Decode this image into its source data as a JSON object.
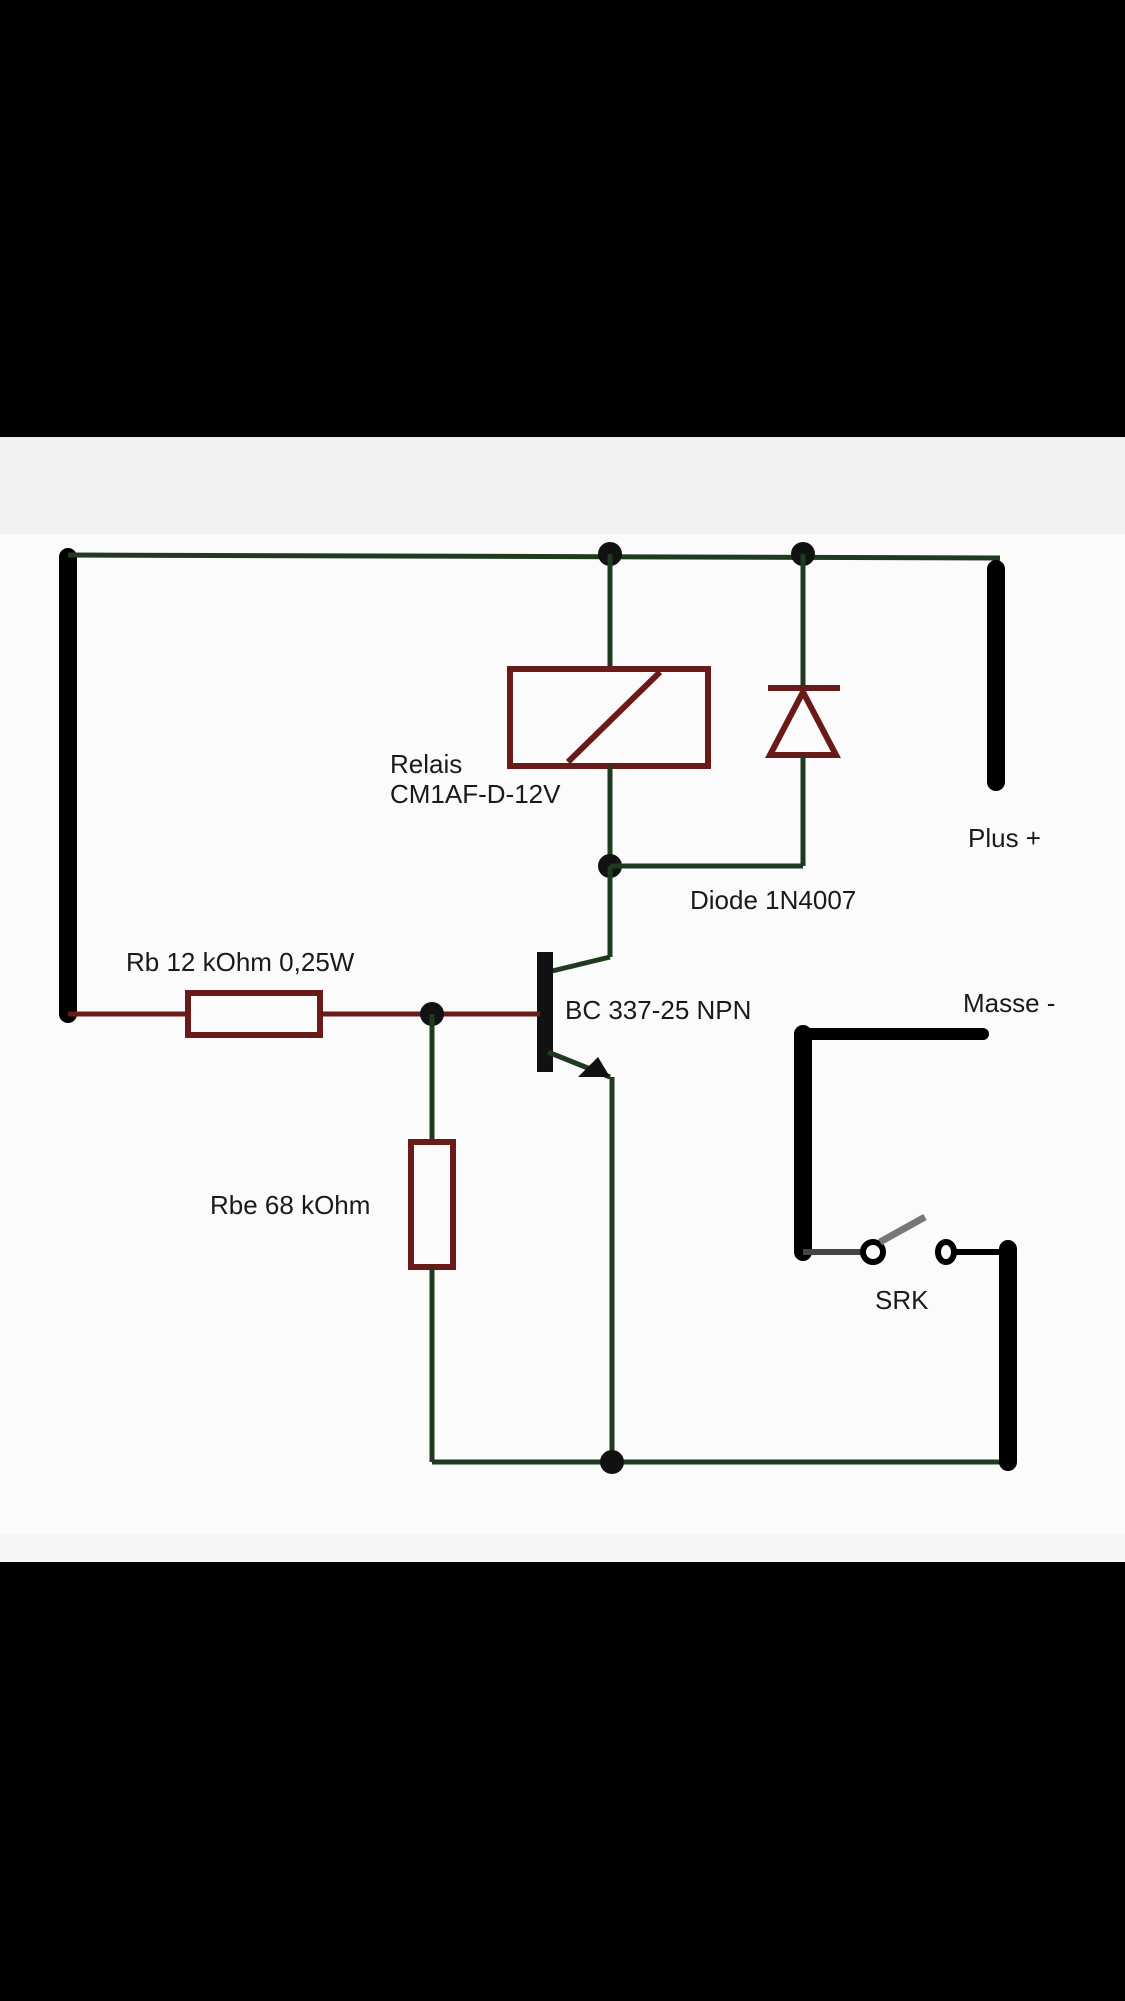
{
  "diagram": {
    "type": "circuit-schematic",
    "labels": {
      "relay_line1": "Relais",
      "relay_line2": "CM1AF-D-12V",
      "diode": "Diode 1N4007",
      "plus": "Plus +",
      "masse": "Masse -",
      "rb": "Rb 12 kOhm 0,25W",
      "transistor": "BC 337-25 NPN",
      "rbe": "Rbe 68 kOhm",
      "switch": "SRK"
    },
    "colors": {
      "background_bars": "#000000",
      "paper": "#f6f6f6",
      "wire": "#1f3a1f",
      "component": "#6b1a1a",
      "terminal": "#000000"
    }
  }
}
